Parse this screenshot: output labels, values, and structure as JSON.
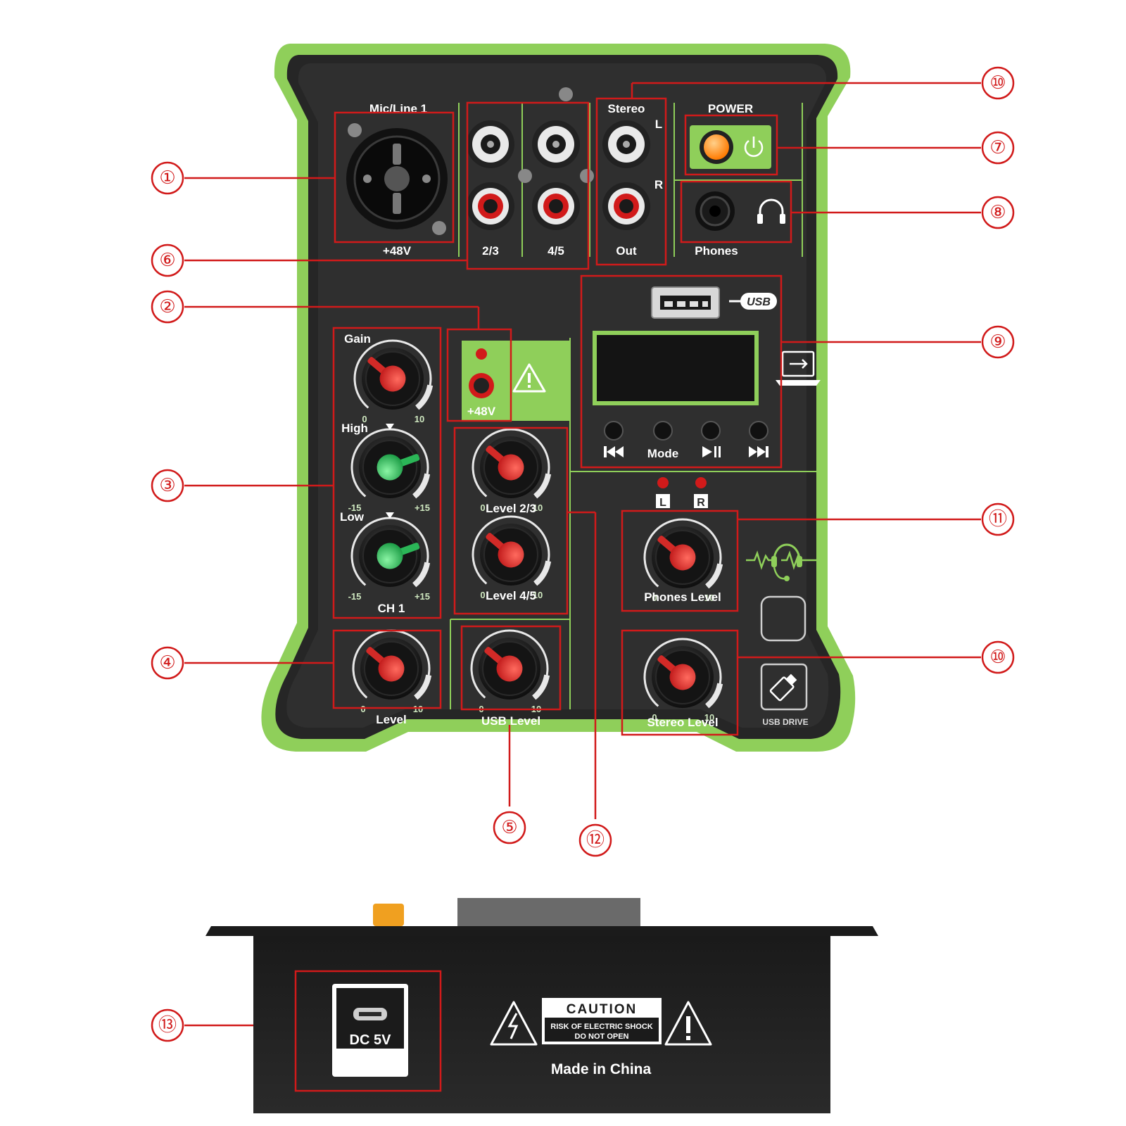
{
  "colors": {
    "accent": "#8fcf5a",
    "panel": "#2b2b2b",
    "callout": "#d11a1a",
    "led": "#ff6a00",
    "knob_red": "#e8302f",
    "knob_green": "#3fd16b"
  },
  "panel": {
    "mic_line_title": "Mic/Line 1",
    "phantom_label": "+48V",
    "rca_2_3": "2/3",
    "rca_4_5": "4/5",
    "stereo_title": "Stereo",
    "stereo_l": "L",
    "stereo_r": "R",
    "stereo_out": "Out",
    "power_title": "POWER",
    "phones_label": "Phones",
    "usb_tag": "USB",
    "phantom_switch_label": "+48V",
    "gain_label": "Gain",
    "high_label": "High",
    "low_label": "Low",
    "ch1_label": "CH 1",
    "level_label": "Level",
    "usb_level_label": "USB Level",
    "level_23_label": "Level 2/3",
    "level_45_label": "Level 4/5",
    "mode_label": "Mode",
    "led_l": "L",
    "led_r": "R",
    "phones_level_label": "Phones Level",
    "stereo_level_label": "Stereo Level",
    "usb_drive_label": "USB DRIVE",
    "knob_min": "0",
    "knob_max": "10",
    "eq_min": "-15",
    "eq_max": "+15"
  },
  "back_panel": {
    "dc_label": "DC 5V",
    "caution_title": "CAUTION",
    "caution_line1": "RISK OF ELECTRIC SHOCK",
    "caution_line2": "DO NOT OPEN",
    "made_in": "Made in China"
  },
  "callouts": {
    "c1": "①",
    "c2": "②",
    "c3": "③",
    "c4": "④",
    "c5": "⑤",
    "c6": "⑥",
    "c7": "⑦",
    "c8": "⑧",
    "c9": "⑨",
    "c10a": "⑩",
    "c10b": "⑩",
    "c11": "⑪",
    "c12": "⑫",
    "c13": "⑬"
  },
  "icons": [
    "power-icon",
    "headphones-icon",
    "usb-icon",
    "laptop-usb-icon",
    "headset-icon",
    "usb-drive-icon",
    "prev-track-icon",
    "play-pause-icon",
    "next-track-icon",
    "warning-icon",
    "lightning-warning-icon"
  ]
}
